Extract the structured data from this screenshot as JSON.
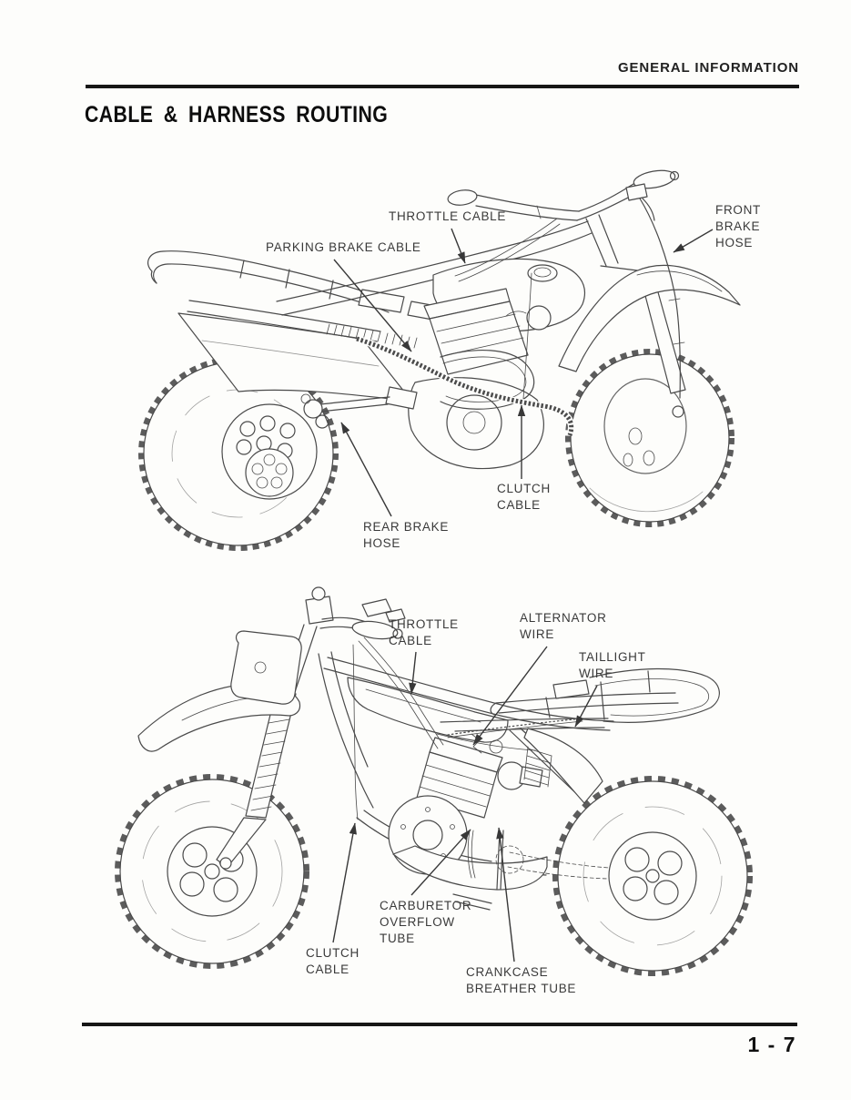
{
  "header": {
    "section_title": "GENERAL INFORMATION"
  },
  "page": {
    "title": "CABLE & HARNESS ROUTING",
    "number": "1 - 7"
  },
  "colors": {
    "ink": "#4a4a4a",
    "text": "#3a3a3a",
    "heading": "#0d0d0d",
    "paper": "#fdfdfb"
  },
  "top_figure": {
    "description": "ATV cable and harness routing, left-rear three-quarter view",
    "labels": {
      "throttle_cable": "THROTTLE CABLE",
      "parking_brake_cable": "PARKING BRAKE CABLE",
      "front_brake_hose": "FRONT\nBRAKE\nHOSE",
      "clutch_cable": "CLUTCH\nCABLE",
      "rear_brake_hose": "REAR BRAKE\nHOSE"
    }
  },
  "bottom_figure": {
    "description": "ATV cable and harness routing, left-front three-quarter view",
    "labels": {
      "throttle_cable": "THROTTLE\nCABLE",
      "alternator_wire": "ALTERNATOR\nWIRE",
      "taillight_wire": "TAILLIGHT\nWIRE",
      "carburetor_overflow_tube": "CARBURETOR\nOVERFLOW\nTUBE",
      "clutch_cable": "CLUTCH\nCABLE",
      "crankcase_breather_tube": "CRANKCASE\nBREATHER TUBE"
    }
  }
}
